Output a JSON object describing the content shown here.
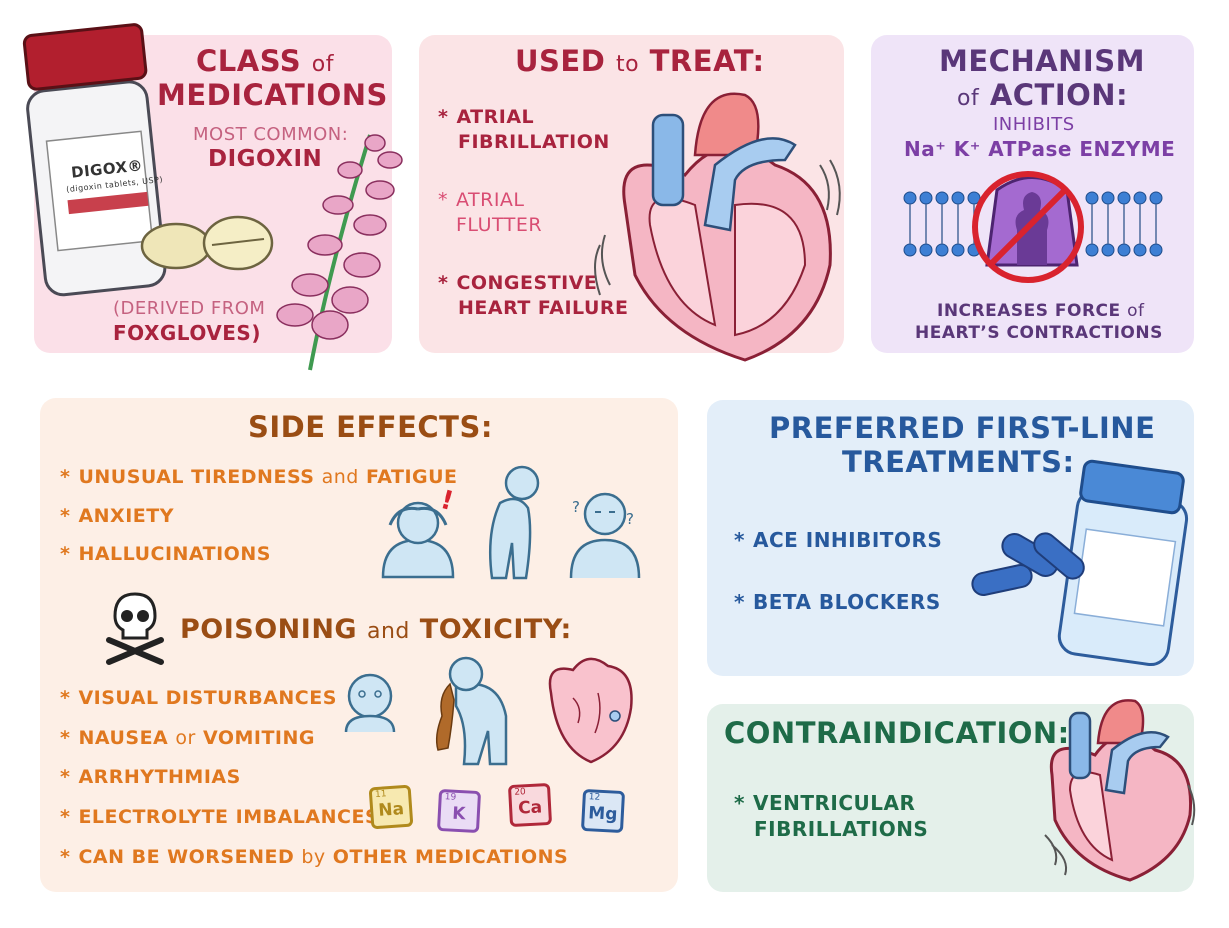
{
  "class_panel": {
    "title_line1_a": "CLASS",
    "title_line1_b": "of",
    "title_line2": "MEDICATIONS",
    "most_common_label": "MOST COMMON:",
    "drug_name": "DIGOXIN",
    "derived_line1": "(DERIVED FROM",
    "derived_line2": "FOXGLOVES)",
    "bottle_brand": "DIGOX®",
    "bottle_subtext": "(digoxin tablets, USP)"
  },
  "treat_panel": {
    "title_a": "USED",
    "title_b": "to",
    "title_c": "TREAT:",
    "bullet": "*",
    "items": [
      {
        "line1": "ATRIAL",
        "line2": "FIBRILLATION"
      },
      {
        "line1": "ATRIAL",
        "line2": "FLUTTER"
      },
      {
        "line1": "CONGESTIVE",
        "line2": "HEART FAILURE"
      }
    ]
  },
  "mech_panel": {
    "title_line1": "MECHANISM",
    "title_line2_a": "of",
    "title_line2_b": "ACTION:",
    "inhibits": "INHIBITS",
    "enzyme": "Na⁺ K⁺ ATPase ENZYME",
    "increases_a": "INCREASES FORCE",
    "increases_b": "of",
    "increases_line2": "HEART’S CONTRACTIONS"
  },
  "side_panel": {
    "title": "SIDE EFFECTS:",
    "items": [
      {
        "a": "UNUSUAL TIREDNESS",
        "b": "and",
        "c": "FATIGUE"
      },
      {
        "a": "ANXIETY",
        "b": "",
        "c": ""
      },
      {
        "a": "HALLUCINATIONS",
        "b": "",
        "c": ""
      }
    ],
    "poison_title_a": "POISONING",
    "poison_title_b": "and",
    "poison_title_c": "TOXICITY:",
    "poison_items": [
      {
        "a": "VISUAL DISTURBANCES",
        "b": "",
        "c": ""
      },
      {
        "a": "NAUSEA",
        "b": "or",
        "c": "VOMITING"
      },
      {
        "a": "ARRHYTHMIAS",
        "b": "",
        "c": ""
      },
      {
        "a": "ELECTROLYTE IMBALANCES",
        "b": "",
        "c": ""
      },
      {
        "a": "CAN BE WORSENED",
        "b": "by",
        "c": "OTHER MEDICATIONS"
      }
    ],
    "elements": [
      {
        "num": "11",
        "sym": "Na",
        "color": "#b08a1c",
        "bg": "#f7e9b0"
      },
      {
        "num": "19",
        "sym": "K",
        "color": "#8a4fb0",
        "bg": "#eadcf5"
      },
      {
        "num": "20",
        "sym": "Ca",
        "color": "#b0283a",
        "bg": "#f9d9dd"
      },
      {
        "num": "12",
        "sym": "Mg",
        "color": "#2d5c9c",
        "bg": "#dbe7f5"
      }
    ],
    "question_marks": [
      "?",
      "?"
    ],
    "exclamation": "!"
  },
  "pref_panel": {
    "title_line1": "PREFERRED FIRST-LINE",
    "title_line2": "TREATMENTS:",
    "items": [
      "ACE INHIBITORS",
      "BETA BLOCKERS"
    ]
  },
  "contra_panel": {
    "title": "CONTRAINDICATION:",
    "item_line1": "VENTRICULAR",
    "item_line2": "FIBRILLATIONS"
  },
  "colors": {
    "class_bg": "#fbe0e8",
    "treat_bg": "#fbe4e6",
    "mech_bg": "#efe4f8",
    "side_bg": "#fdefe6",
    "pref_bg": "#e3eef9",
    "contra_bg": "#e4f0ea"
  },
  "icons": [
    "pill-bottle-icon",
    "tablet-icon",
    "foxglove-flower-icon",
    "heart-icon",
    "membrane-enzyme-icon",
    "no-symbol-icon",
    "headache-figure-icon",
    "tired-figure-icon",
    "confused-figure-icon",
    "skull-crossbones-icon",
    "vomiting-figure-icon",
    "arrhythmic-heart-icon",
    "blue-bottle-icon",
    "capsule-icon"
  ]
}
